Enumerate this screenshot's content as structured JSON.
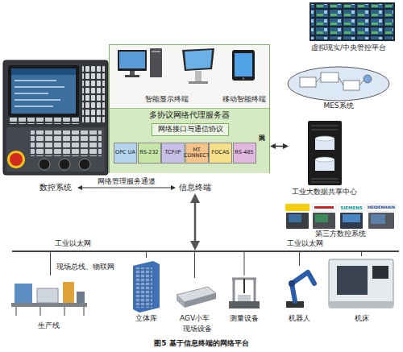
{
  "diagram": {
    "caption": "图5 基于信息终端的网络平台",
    "nodes": [
      {
        "text": [
          "虚拟现实/中央管控平台"
        ]
      },
      {
        "text": [
          "MES系统"
        ]
      },
      {
        "text": [
          "智能显示终端",
          "移动智能终端"
        ]
      },
      {
        "text": [
          "多协议网络代理服务器",
          "以太网"
        ],
        "in": 2
      },
      {
        "text": [
          "网络接口与通信协议"
        ],
        "in": 3
      },
      {
        "text": [
          "OPC UA"
        ],
        "in": 3
      },
      {
        "text": [
          "RS-232"
        ],
        "in": 3
      },
      {
        "text": [
          "TCP/IP"
        ],
        "in": 3
      },
      {
        "text": [
          "MT CONNECT"
        ],
        "in": 3
      },
      {
        "text": [
          "FOCAS"
        ],
        "in": 3
      },
      {
        "text": [
          "RS-485"
        ],
        "in": 3
      },
      {
        "text": [
          "工业大数据共享中心"
        ]
      },
      {
        "text": [
          "数控系统"
        ]
      },
      {
        "text": [
          "信息终端"
        ]
      },
      {
        "text": [
          "第三方数控系统"
        ]
      },
      {
        "text": [
          "工业以太网",
          "工业以太网"
        ]
      },
      {
        "text": [
          "生产线"
        ]
      },
      {
        "text": [
          "立体库"
        ]
      },
      {
        "text": [
          "AGV小车"
        ]
      },
      {
        "text": [
          "测量设备"
        ]
      },
      {
        "text": [
          "机器人"
        ]
      },
      {
        "text": [
          "机床"
        ]
      }
    ],
    "edges": [
      {
        "from": 2,
        "to": 11,
        "arrow": "both"
      },
      {
        "from": 12,
        "to": 13,
        "label": "网络管理服务通道",
        "arrow": "both"
      },
      {
        "from": 13,
        "to": 15,
        "arrow": "both"
      },
      {
        "from": 15,
        "to": 16,
        "arrow": "none"
      },
      {
        "from": 15,
        "to": 17,
        "arrow": "none"
      },
      {
        "from": 15,
        "to": 18,
        "arrow": "none"
      },
      {
        "from": 15,
        "to": 19,
        "arrow": "none"
      },
      {
        "from": 15,
        "to": 20,
        "arrow": "none"
      },
      {
        "from": 15,
        "to": 21,
        "arrow": "none"
      }
    ],
    "labels": [
      "SIEMENS",
      "HEIDENHAIN",
      "现场总线、物联网",
      "现场设备"
    ]
  }
}
